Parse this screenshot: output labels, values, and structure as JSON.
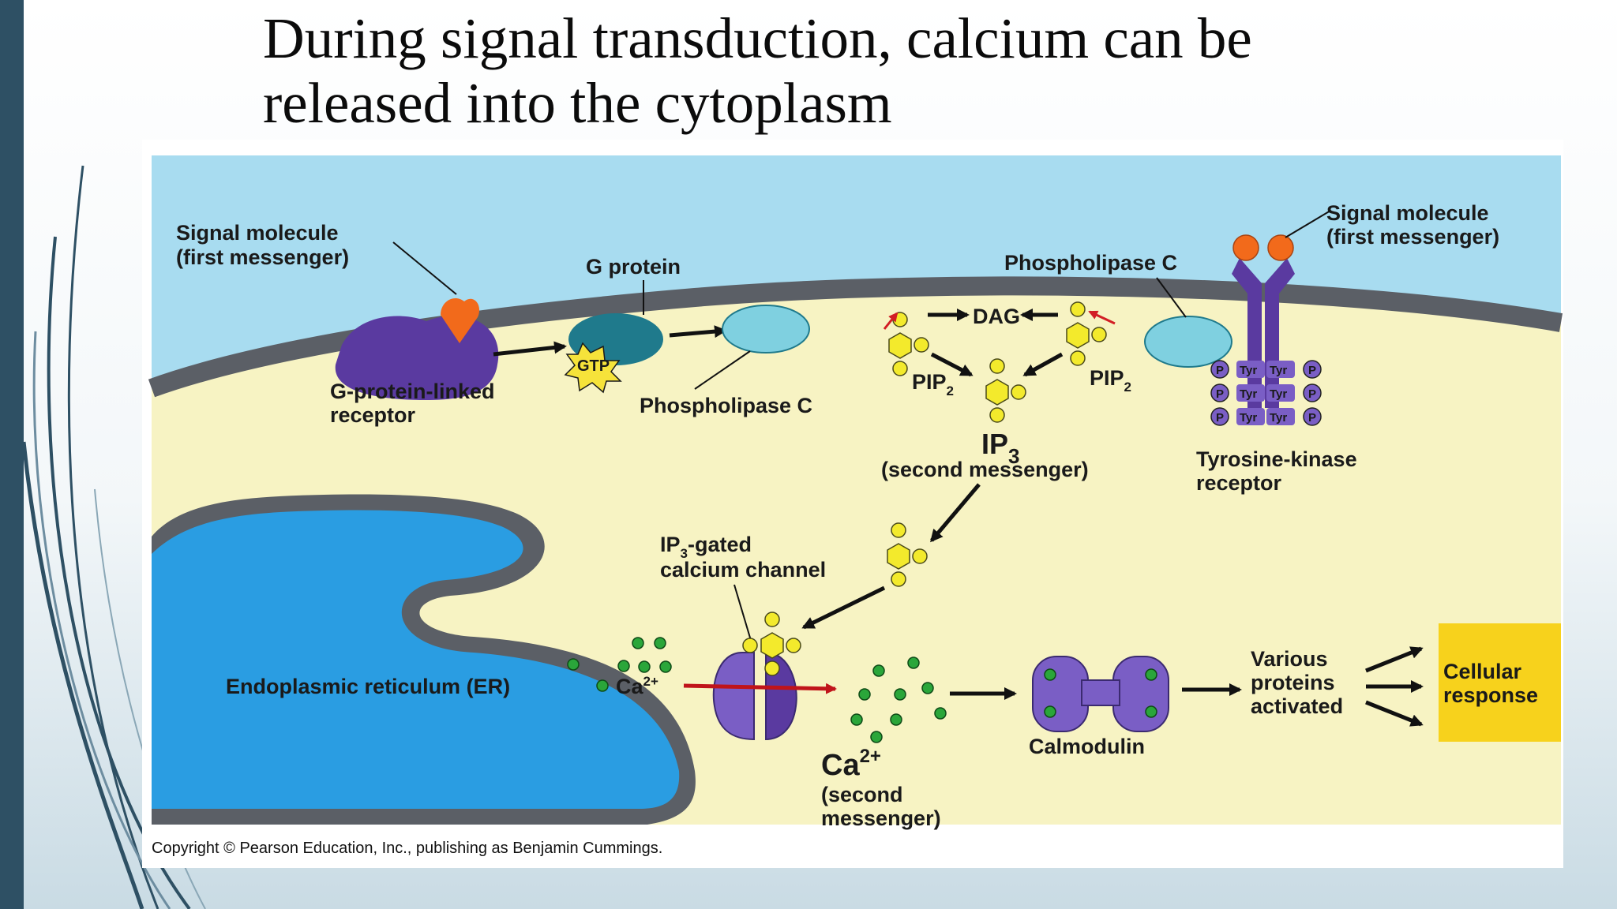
{
  "slide": {
    "title_line1": "During signal transduction, calcium can be",
    "title_line2": "released into the cytoplasm"
  },
  "diagram": {
    "signal_molecule_left": [
      "Signal molecule",
      "(first messenger)"
    ],
    "signal_molecule_right": [
      "Signal molecule",
      "(first messenger)"
    ],
    "g_protein": "G protein",
    "gtp": "GTP",
    "g_protein_linked_receptor": [
      "G-protein-linked",
      "receptor"
    ],
    "phospholipase_c_lower": "Phospholipase C",
    "phospholipase_c_upper": "Phospholipase C",
    "dag": "DAG",
    "pip2_left": {
      "base": "PIP",
      "sub": "2"
    },
    "pip2_right": {
      "base": "PIP",
      "sub": "2"
    },
    "ip3": {
      "base": "IP",
      "sub": "3"
    },
    "ip3_second_messenger": "(second messenger)",
    "tyrosine_kinase_receptor": [
      "Tyrosine-kinase",
      "receptor"
    ],
    "tyr_label": "Tyr",
    "phosphate_label": "P",
    "ip3_gated_channel": {
      "line1_base": "IP",
      "line1_sub": "3",
      "line1_rest": "-gated",
      "line2": "calcium channel"
    },
    "er_label": "Endoplasmic reticulum (ER)",
    "ca_small": {
      "base": "Ca",
      "sup": "2+"
    },
    "ca_big": {
      "base": "Ca",
      "sup": "2+"
    },
    "ca_second_messenger": [
      "(second",
      "messenger)"
    ],
    "calmodulin": "Calmodulin",
    "various_proteins": [
      "Various",
      "proteins",
      "activated"
    ],
    "cellular_response": [
      "Cellular",
      "response"
    ]
  },
  "copyright": "Copyright © Pearson Education, Inc., publishing as Benjamin Cummings.",
  "colors": {
    "sky": "#a8dcf0",
    "cytoplasm": "#f7f3c3",
    "membrane": "#5b5f66",
    "er_lumen": "#2a9de2",
    "receptor_purple": "#5a3aa0",
    "g_protein_teal": "#1f7a8c",
    "phospholipase": "#7fd0e0",
    "messenger_yellow": "#f3ea2c",
    "calcium_green": "#1f8a2a",
    "response_box": "#f7d21c",
    "arrow": "#111111",
    "red_arrow": "#c0141a",
    "left_bar": "#2e5064"
  }
}
